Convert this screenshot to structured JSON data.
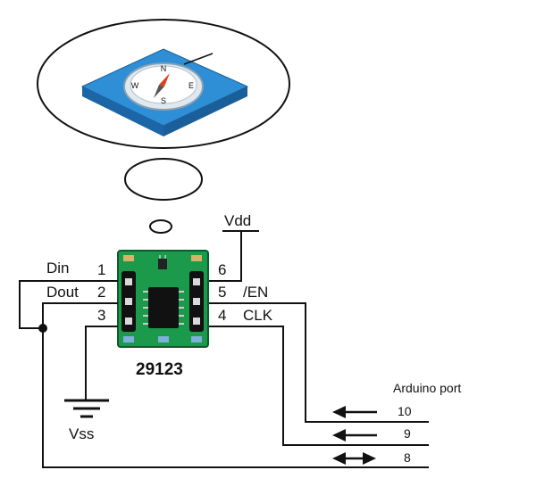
{
  "compass_letters": {
    "n": "N",
    "e": "E",
    "s": "S",
    "w": "W"
  },
  "labels": {
    "vdd": "Vdd",
    "vss": "Vss",
    "part_number": "29123",
    "arduino_port": "Arduino port"
  },
  "pins": [
    {
      "num": "1",
      "name": "Din"
    },
    {
      "num": "2",
      "name": "Dout"
    },
    {
      "num": "3",
      "name": ""
    },
    {
      "num": "4",
      "name": "CLK"
    },
    {
      "num": "5",
      "name": "/EN"
    },
    {
      "num": "6",
      "name": ""
    }
  ],
  "ports": [
    "10",
    "9",
    "8"
  ],
  "colors": {
    "board": "#1a9a4a",
    "compass_base": "#2e8fd6",
    "needle": "#e0401a",
    "ic": "#111111"
  }
}
